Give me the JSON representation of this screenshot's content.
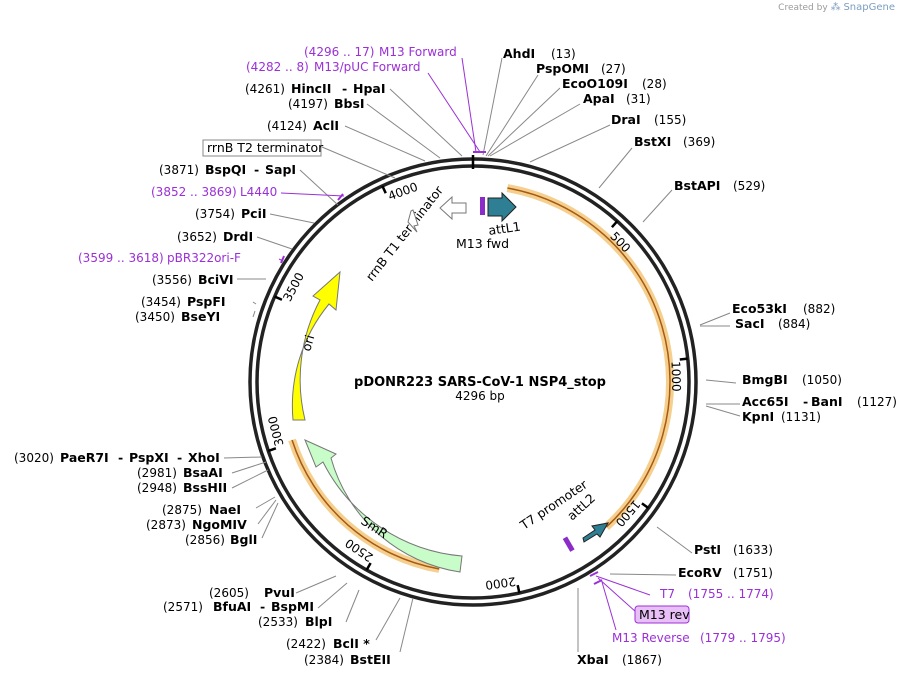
{
  "credit": {
    "prefix": "Created by",
    "brand": "SnapGene"
  },
  "plasmid": {
    "name": "pDONR223 SARS-CoV-1 NSP4_stop",
    "size": "4296 bp",
    "length": 4296
  },
  "ticks": [
    "500",
    "1000",
    "1500",
    "2000",
    "2500",
    "3000",
    "3500",
    "4000"
  ],
  "enzymes": [
    {
      "name": "AhdI",
      "pos": "(13)"
    },
    {
      "name": "PspOMI",
      "pos": "(27)"
    },
    {
      "name": "EcoO109I",
      "pos": "(28)"
    },
    {
      "name": "ApaI",
      "pos": "(31)"
    },
    {
      "name": "DraI",
      "pos": "(155)"
    },
    {
      "name": "BstXI",
      "pos": "(369)"
    },
    {
      "name": "BstAPI",
      "pos": "(529)"
    },
    {
      "name": "Eco53kI",
      "pos": "(882)"
    },
    {
      "name": "SacI",
      "pos": "(884)"
    },
    {
      "name": "BmgBI",
      "pos": "(1050)"
    },
    {
      "name": "Acc65I",
      "name2": "BanI",
      "pos": "(1127)"
    },
    {
      "name": "KpnI",
      "pos": "(1131)"
    },
    {
      "name": "PstI",
      "pos": "(1633)"
    },
    {
      "name": "EcoRV",
      "pos": "(1751)"
    },
    {
      "name": "XbaI",
      "pos": "(1867)"
    },
    {
      "name": "BstEII",
      "pos": "(2384)"
    },
    {
      "name": "BclI *",
      "pos": "(2422)"
    },
    {
      "name": "BlpI",
      "pos": "(2533)"
    },
    {
      "name": "BfuAI",
      "name2": "BspMI",
      "pos": "(2571)"
    },
    {
      "name": "PvuI",
      "pos": "(2605)"
    },
    {
      "name": "BglI",
      "pos": "(2856)"
    },
    {
      "name": "NgoMIV",
      "pos": "(2873)"
    },
    {
      "name": "NaeI",
      "pos": "(2875)"
    },
    {
      "name": "BssHII",
      "pos": "(2948)"
    },
    {
      "name": "BsaAI",
      "pos": "(2981)"
    },
    {
      "name": "PaeR7I",
      "name2": "PspXI",
      "name3": "XhoI",
      "pos": "(3020)"
    },
    {
      "name": "BseYI",
      "pos": "(3450)"
    },
    {
      "name": "PspFI",
      "pos": "(3454)"
    },
    {
      "name": "BciVI",
      "pos": "(3556)"
    },
    {
      "name": "DrdI",
      "pos": "(3652)"
    },
    {
      "name": "PciI",
      "pos": "(3754)"
    },
    {
      "name": "SapI",
      "name0": "BspQI",
      "pos": "(3871)"
    },
    {
      "name": "AclI",
      "pos": "(4124)"
    },
    {
      "name": "BbsI",
      "pos": "(4197)"
    },
    {
      "name": "HincII",
      "name2": "HpaI",
      "pos": "(4261)"
    }
  ],
  "primers": [
    {
      "name": "M13 Forward",
      "range": "(4296 .. 17)"
    },
    {
      "name": "M13/pUC Forward",
      "range": "(4282 .. 8)"
    },
    {
      "name": "L4440",
      "range": "(3852 .. 3869)"
    },
    {
      "name": "pBR322ori-F",
      "range": "(3599 .. 3618)"
    },
    {
      "name": "T7",
      "range": "(1755 .. 1774)"
    },
    {
      "name": "M13 rev",
      "range": ""
    },
    {
      "name": "M13 Reverse",
      "range": "(1779 .. 1795)"
    }
  ],
  "features": {
    "rrnB_T2": "rrnB T2 terminator",
    "rrnB_T1": "rrnB T1 terminator",
    "attL1": "attL1",
    "m13fwd": "M13 fwd",
    "t7promoter": "T7 promoter",
    "attL2": "attL2",
    "ori": "ori",
    "smr": "SmR"
  },
  "colors": {
    "primer": "#9b30d6",
    "orf_highlight": "#f5cf8e",
    "orf_line": "#a85a12",
    "ori": "#ffff00",
    "smr": "#c8fcc8",
    "att": "#2e7f93",
    "m13box": "#e8bff7"
  }
}
